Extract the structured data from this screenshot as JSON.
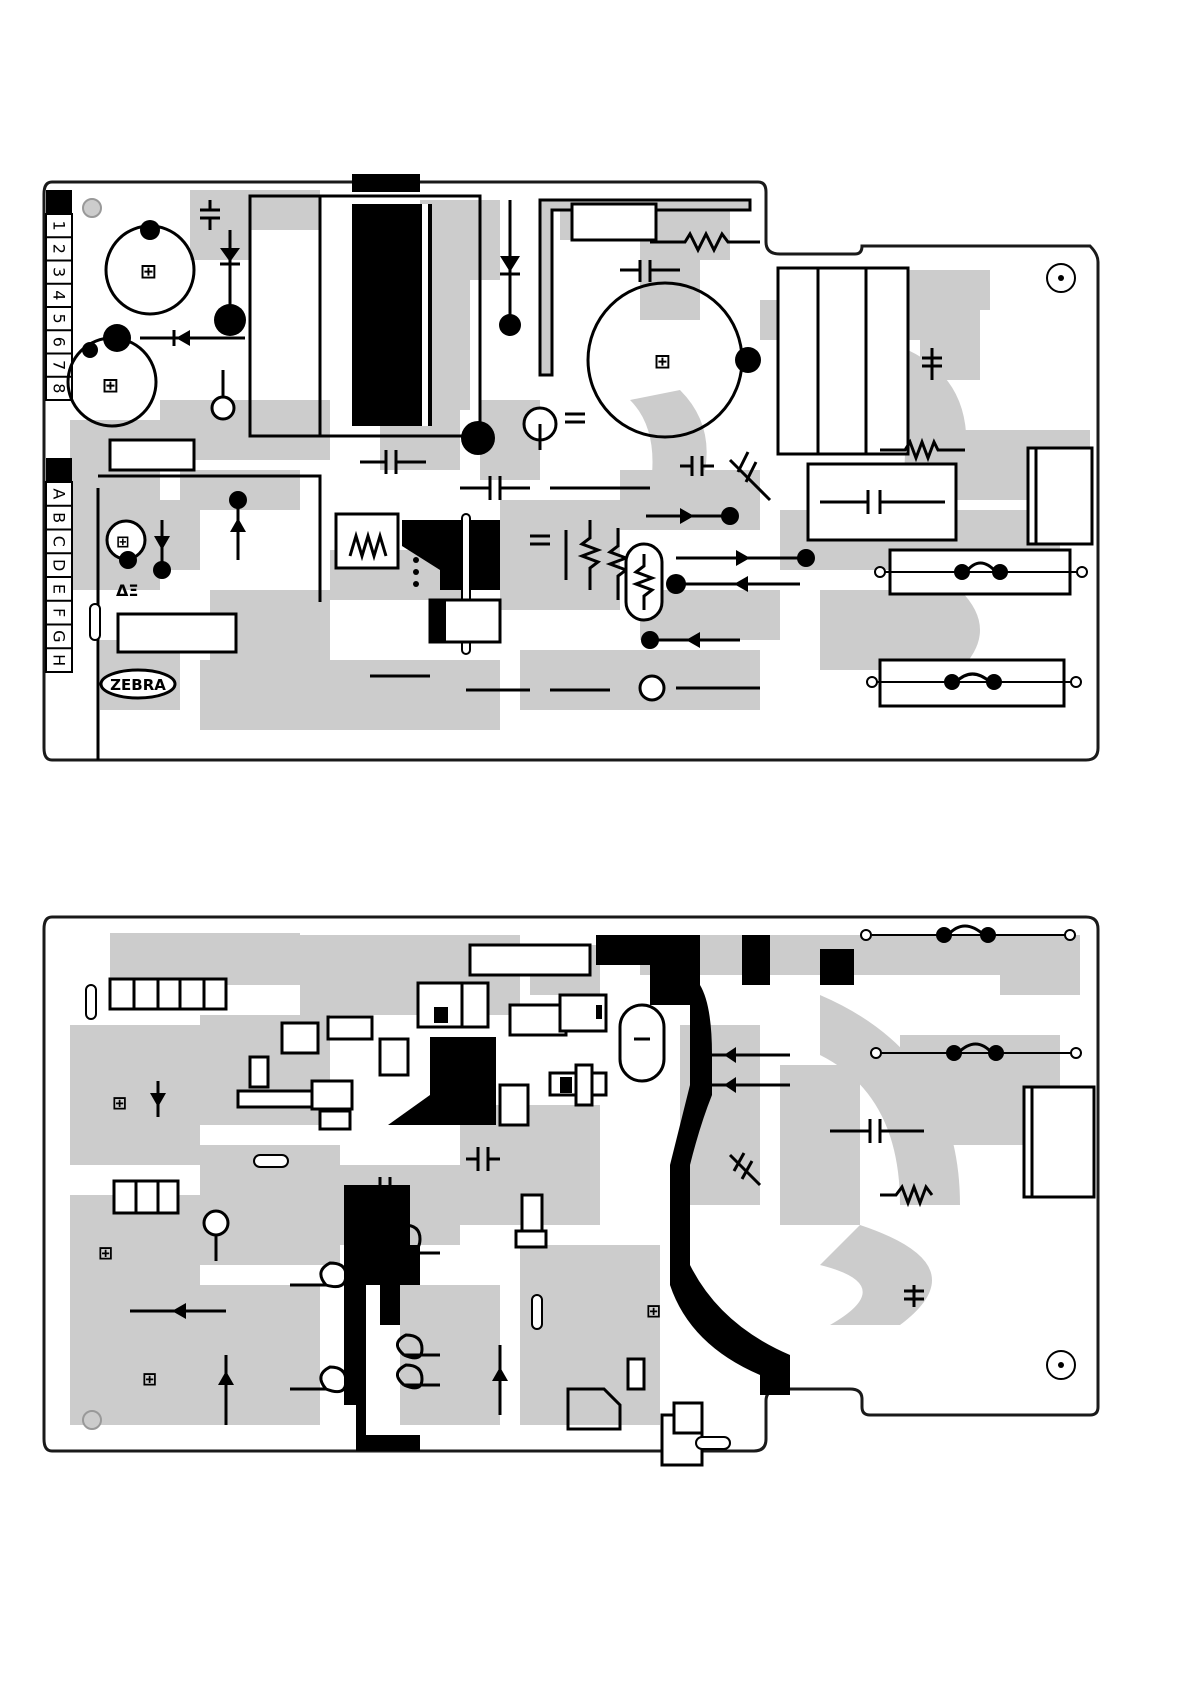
{
  "top_board": {
    "row_labels": [
      "1",
      "2",
      "3",
      "4",
      "5",
      "6",
      "7",
      "8"
    ],
    "col_labels": [
      "A",
      "B",
      "C",
      "D",
      "E",
      "F",
      "G",
      "H"
    ],
    "brand_logo": "ZEBRA",
    "mark_label": "ΔΞ"
  },
  "bottom_board": {},
  "colors": {
    "outline": "#1a1a1a",
    "copper": "#cccccc",
    "pad": "#000000",
    "board": "#ffffff"
  }
}
